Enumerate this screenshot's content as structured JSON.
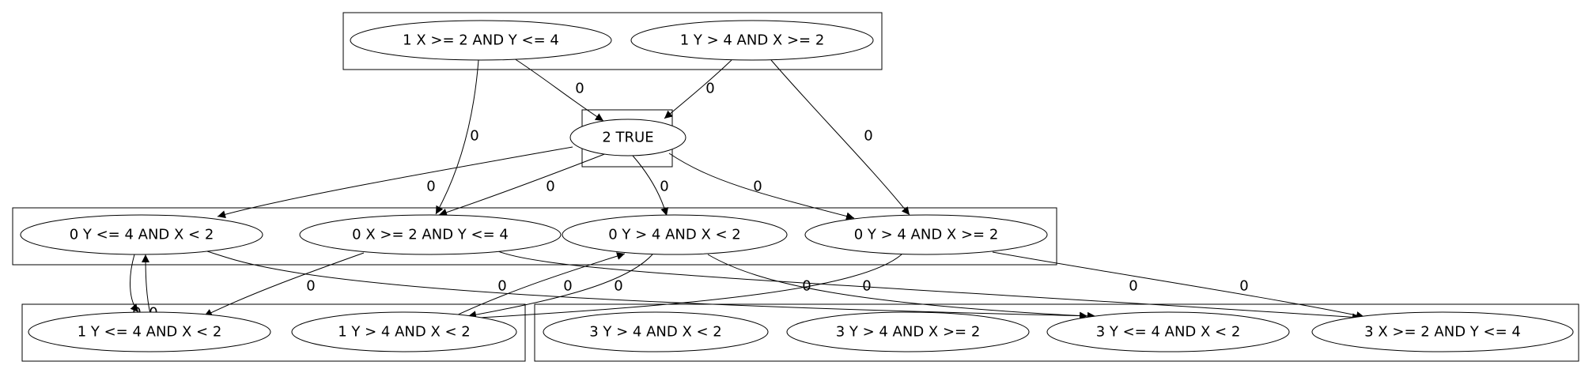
{
  "graph": {
    "nodes": [
      {
        "id": "n1a",
        "label": "1 X >= 2 AND Y <= 4"
      },
      {
        "id": "n1b",
        "label": "1 Y > 4 AND X >= 2"
      },
      {
        "id": "n2",
        "label": "2 TRUE"
      },
      {
        "id": "n0a",
        "label": "0 Y <= 4 AND X < 2"
      },
      {
        "id": "n0b",
        "label": "0 X >= 2 AND Y <= 4"
      },
      {
        "id": "n0c",
        "label": "0 Y > 4 AND X < 2"
      },
      {
        "id": "n0d",
        "label": "0 Y > 4 AND X >= 2"
      },
      {
        "id": "n1c",
        "label": "1 Y <= 4 AND X < 2"
      },
      {
        "id": "n1d",
        "label": "1 Y > 4 AND X < 2"
      },
      {
        "id": "n3a",
        "label": "3 Y > 4 AND X < 2"
      },
      {
        "id": "n3b",
        "label": "3 Y > 4 AND X >= 2"
      },
      {
        "id": "n3c",
        "label": "3 Y <= 4 AND X < 2"
      },
      {
        "id": "n3d",
        "label": "3 X >= 2 AND Y <= 4"
      }
    ],
    "edges": [
      {
        "from": "n1a",
        "to": "n2",
        "label": "0"
      },
      {
        "from": "n1a",
        "to": "n0b",
        "label": "0"
      },
      {
        "from": "n1b",
        "to": "n2",
        "label": "0"
      },
      {
        "from": "n1b",
        "to": "n0d",
        "label": "0"
      },
      {
        "from": "n2",
        "to": "n0a",
        "label": "0"
      },
      {
        "from": "n2",
        "to": "n0b",
        "label": "0"
      },
      {
        "from": "n2",
        "to": "n0c",
        "label": "0"
      },
      {
        "from": "n2",
        "to": "n0d",
        "label": "0"
      },
      {
        "from": "n0a",
        "to": "n1c",
        "label": "0"
      },
      {
        "from": "n1c",
        "to": "n0a",
        "label": "0"
      },
      {
        "from": "n0a",
        "to": "n3c",
        "label": "0"
      },
      {
        "from": "n0b",
        "to": "n1c",
        "label": "0"
      },
      {
        "from": "n0b",
        "to": "n3d",
        "label": "0"
      },
      {
        "from": "n1d",
        "to": "n0c",
        "label": "0"
      },
      {
        "from": "n0c",
        "to": "n1d",
        "label": "0"
      },
      {
        "from": "n0c",
        "to": "n3c",
        "label": "0"
      },
      {
        "from": "n0d",
        "to": "n1d",
        "label": "0"
      },
      {
        "from": "n0d",
        "to": "n3d",
        "label": "0"
      }
    ]
  }
}
